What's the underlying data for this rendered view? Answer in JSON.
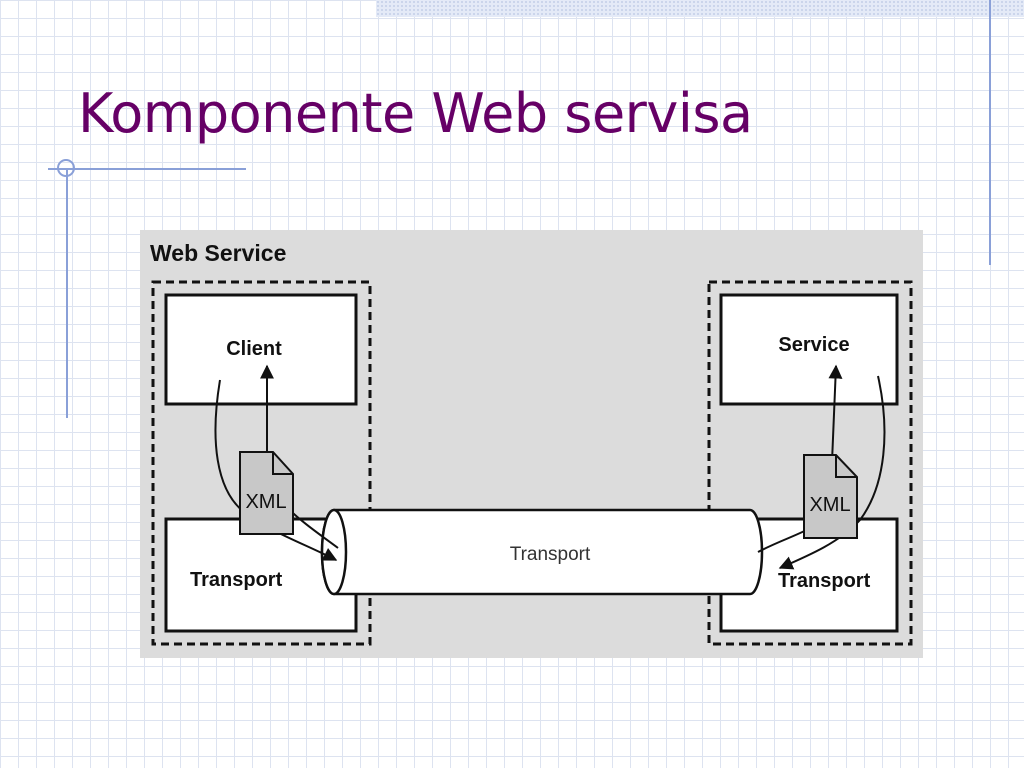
{
  "slide": {
    "title": "Komponente Web servisa"
  },
  "diagram": {
    "heading": "Web Service",
    "client_label": "Client",
    "service_label": "Service",
    "transport_pipe_label": "Transport",
    "left_transport_label": "Transport",
    "right_transport_label": "Transport",
    "left_doc_label": "XML",
    "right_doc_label": "XML"
  },
  "colors": {
    "title": "#660066",
    "diagram_background": "#dcdcdc",
    "accent_lines": "#8aa0d8",
    "doc_fill": "#c8c8c8"
  }
}
